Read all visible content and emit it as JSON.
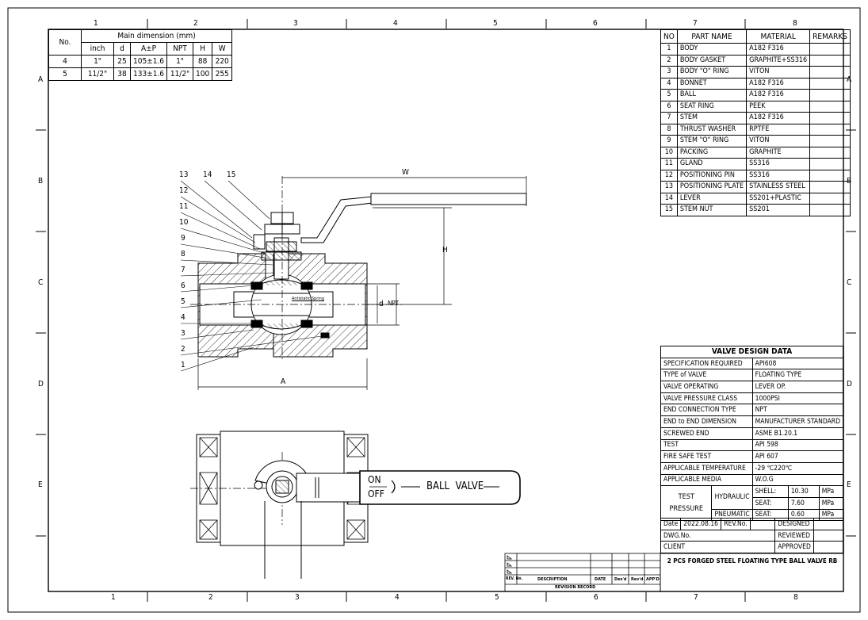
{
  "frame": {
    "top_zones": [
      "1",
      "2",
      "3",
      "4",
      "5",
      "6",
      "7",
      "8"
    ],
    "bottom_zones": [
      "1",
      "2",
      "3",
      "4",
      "5",
      "6",
      "7",
      "8"
    ],
    "left_zones": [
      "A",
      "B",
      "C",
      "D",
      "E"
    ],
    "right_zones": [
      "A",
      "B",
      "C",
      "D",
      "E"
    ]
  },
  "dim_table": {
    "no_header": "No.",
    "main_header": "Main dimension (mm)",
    "columns": [
      "inch",
      "d",
      "A±P",
      "NPT",
      "H",
      "W"
    ],
    "rows": [
      {
        "no": "4",
        "values": [
          "1\"",
          "25",
          "105±1.6",
          "1\"",
          "88",
          "220"
        ]
      },
      {
        "no": "5",
        "values": [
          "11/2\"",
          "38",
          "133±1.6",
          "11/2\"",
          "100",
          "255"
        ]
      }
    ]
  },
  "parts": {
    "headers": [
      "NO",
      "PART NAME",
      "MATERIAL",
      "REMARKS"
    ],
    "rows": [
      [
        "1",
        "BODY",
        "A182 F316",
        ""
      ],
      [
        "2",
        "BODY GASKET",
        "GRAPHITE+SS316",
        ""
      ],
      [
        "3",
        "BODY \"O\" RING",
        "VITON",
        ""
      ],
      [
        "4",
        "BONNET",
        "A182 F316",
        ""
      ],
      [
        "5",
        "BALL",
        "A182 F316",
        ""
      ],
      [
        "6",
        "SEAT RING",
        "PEEK",
        ""
      ],
      [
        "7",
        "STEM",
        "A182 F316",
        ""
      ],
      [
        "8",
        "THRUST WASHER",
        "RPTFE",
        ""
      ],
      [
        "9",
        "STEM \"O\" RING",
        "VITON",
        ""
      ],
      [
        "10",
        "PACKING",
        "GRAPHITE",
        ""
      ],
      [
        "11",
        "GLAND",
        "SS316",
        ""
      ],
      [
        "12",
        "POSITIONING PIN",
        "SS316",
        ""
      ],
      [
        "13",
        "POSITIONING PLATE",
        "STAINLESS STEEL",
        ""
      ],
      [
        "14",
        "LEVER",
        "SS201+PLASTIC",
        ""
      ],
      [
        "15",
        "STEM NUT",
        "SS201",
        ""
      ]
    ]
  },
  "design": {
    "title": "VALVE DESIGN DATA",
    "rows": [
      [
        "SPECIFICATION REQUIRED",
        "API608"
      ],
      [
        "TYPE of VALVE",
        "FLOATING TYPE"
      ],
      [
        "VALVE OPERATING",
        "LEVER OP."
      ],
      [
        "VALVE PRESSURE CLASS",
        "1000PSI"
      ],
      [
        "END CONNECTION TYPE",
        "NPT"
      ],
      [
        "END to END DIMENSION",
        "MANUFACTURER STANDARD"
      ],
      [
        "SCREWED END",
        "ASME B1.20.1"
      ],
      [
        "TEST",
        "API 598"
      ],
      [
        "FIRE SAFE TEST",
        "API 607"
      ],
      [
        "APPLICABLE TEMPERATURE",
        "-29 ℃220℃"
      ],
      [
        "APPLICABLE MEDIA",
        "W.O.G"
      ]
    ],
    "test_pressure_label": "TEST PRESSURE",
    "hydraulic": "HYDRAULIC",
    "pneumatic": "PNEUMATIC",
    "shell_label": "SHELL:",
    "shell_value": "10.30",
    "seat_label": "SEAT:",
    "seat_value_h": "7.60",
    "seat_value_p": "0.60",
    "unit": "MPa",
    "date_label": "Date",
    "date_value": "2022.08.16",
    "rev_label": "REV.No.",
    "dwg_label": "DWG.No.",
    "client_label": "CLIENT",
    "designed": "DESIGNED",
    "reviewed": "REVIEWED",
    "approved": "APPROVED",
    "drawing_title": "2 PCS FORGED STEEL FLOATING TYPE BALL VALVE RB"
  },
  "revision": {
    "headers": [
      "REV. No.",
      "DESCRIPTION",
      "DATE",
      "Des'd",
      "Rev'd",
      "APP'D"
    ],
    "footer": "REVISION RECORD"
  },
  "section": {
    "callouts": [
      "13",
      "14",
      "15",
      "12",
      "11",
      "10",
      "9",
      "8",
      "7",
      "6",
      "5",
      "4",
      "3",
      "2",
      "1"
    ],
    "dim_W": "W",
    "dim_H": "H",
    "dim_A": "A",
    "dim_d": "d",
    "dim_NPT": "NPT",
    "spring_note": "Antistatic Spring"
  },
  "plan": {
    "on": "ON",
    "off": "OFF",
    "lever_text": "BALL  VALVE"
  }
}
